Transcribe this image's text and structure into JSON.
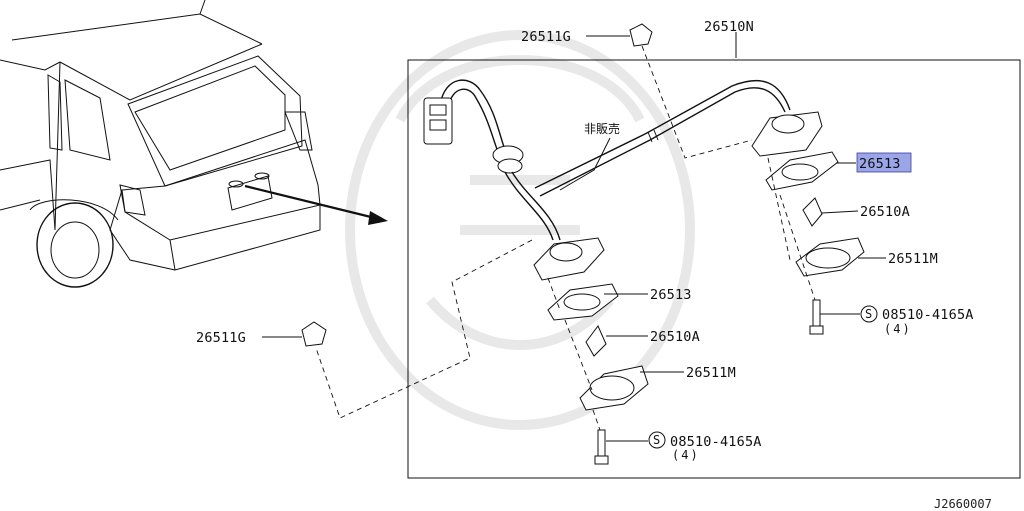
{
  "diagram": {
    "footer_code": "J2660007",
    "callouts": {
      "clip_top": "26511G",
      "harness": "26510N",
      "not_sold": "非販売",
      "gasket_right": "26513",
      "bulb_right": "26510A",
      "housing_right": "26511M",
      "screw_right": "08510-4165A",
      "screw_right_qty": "(4)",
      "gasket_left": "26513",
      "bulb_left": "26510A",
      "housing_left": "26511M",
      "screw_left": "08510-4165A",
      "screw_left_qty": "(4)",
      "clip_left": "26511G"
    },
    "screw_mark": "S",
    "highlight_color": "#9aa6e8"
  }
}
